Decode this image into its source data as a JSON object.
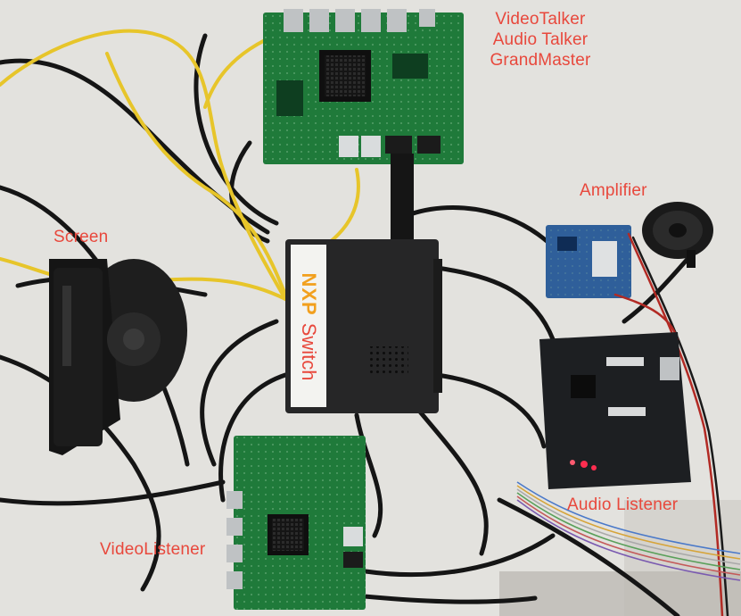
{
  "labels": {
    "video_talker": "VideoTalker",
    "audio_talker": "Audio Talker",
    "grandmaster": "GrandMaster",
    "amplifier": "Amplifier",
    "screen": "Screen",
    "audio_listener": "Audio Listener",
    "video_listener": "VideoListener",
    "switch_text": "Switch",
    "switch_logo": "NXP"
  },
  "colors": {
    "label": "#e8483c",
    "pcb_green": "#1f7a3a",
    "pcb_blue": "#2f5f9a",
    "switch_body": "#262627",
    "ethernet_yellow": "#e7c52a",
    "cable_black": "#151515"
  }
}
